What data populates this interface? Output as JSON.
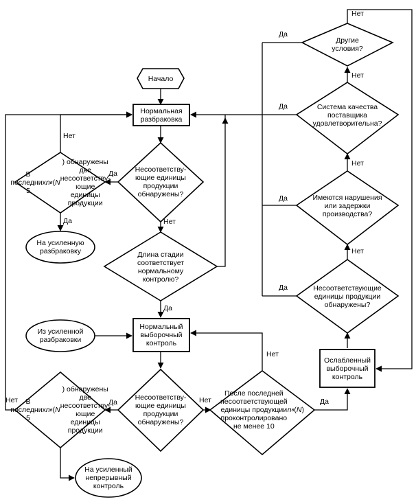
{
  "nodes": {
    "start": "Начало",
    "normal_sort": "Нормальная\nразбраковка",
    "nc_found_1": "Несоответству-\nющие единицы\nпродукции\nобнаружены?",
    "last5_a": "В последних\n5nв(N) обнаружены\nдве несоответству-\nющие единицы\nпродукции",
    "to_strict_sort": "На усиленную\nразбраковку",
    "stage_length": "Длина стадии\nсоответствует\nнормальному\nконтролю?",
    "from_strict_sort": "Из усиленной\nразбраковки",
    "normal_sampling": "Нормальный\nвыборочный\nконтроль",
    "nc_found_2": "Несоответству-\nющие единицы\nпродукции\nобнаружены?",
    "last5_b": "В последних\n5nв(N) обнаружены\nдве несоответству-\nющие единицы\nпродукции",
    "to_strict_continuous": "На усиленный\nнепрерывный\nконтроль",
    "after_last_nc": "После последней\nнесоответствующей\nединицы продукции\nпроконтролировано\nне менее 10nв(N)",
    "reduced_sampling": "Ослабленный\nвыборочный\nконтроль",
    "nc_found_3": "Несоответствующие\nединицы продукции\nобнаружены?",
    "violations": "Имеются нарушения\nили задержки\nпроизводства?",
    "quality_system": "Система качества\nпоставщика\nудовлетворительна?",
    "other_conditions": "Другие\nусловия?"
  },
  "labels": {
    "yes": "Да",
    "no": "Нет"
  }
}
